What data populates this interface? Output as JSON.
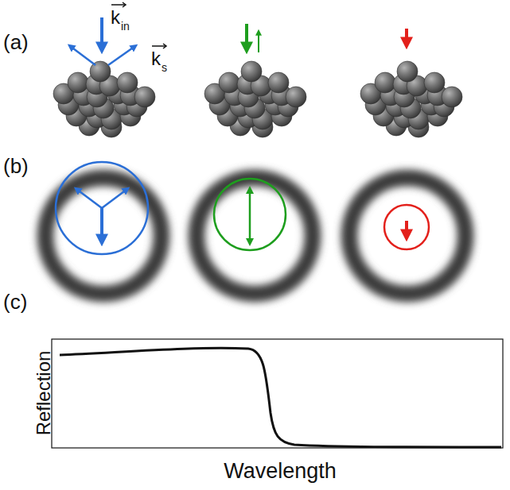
{
  "diagram": {
    "labels": [
      "(a)",
      "k",
      "in",
      "k",
      "s",
      "(b)",
      "(c)",
      "Reflection",
      "Wavelength"
    ]
  }
}
